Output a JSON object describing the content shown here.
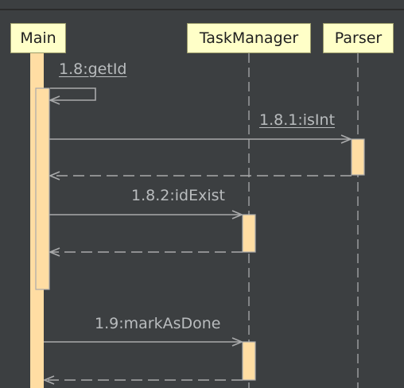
{
  "colors": {
    "background": "#3c3f41",
    "lifeline": "#a9aaab",
    "activation_fill": "#ffdda3",
    "participant_fill": "#ffffc8",
    "label": "#b9bcbe"
  },
  "participants": [
    "Main",
    "TaskManager",
    "Parser"
  ],
  "messages": [
    {
      "label": "1.8:getId",
      "from": "Main",
      "to": "Main",
      "kind": "self"
    },
    {
      "label": "1.8.1:isInt",
      "from": "Main",
      "to": "Parser",
      "kind": "call"
    },
    {
      "label": "",
      "from": "Parser",
      "to": "Main",
      "kind": "return"
    },
    {
      "label": "1.8.2:idExist",
      "from": "Main",
      "to": "TaskManager",
      "kind": "call"
    },
    {
      "label": "",
      "from": "TaskManager",
      "to": "Main",
      "kind": "return"
    },
    {
      "label": "1.9:markAsDone",
      "from": "Main",
      "to": "TaskManager",
      "kind": "call"
    },
    {
      "label": "",
      "from": "TaskManager",
      "to": "Main",
      "kind": "return"
    }
  ]
}
